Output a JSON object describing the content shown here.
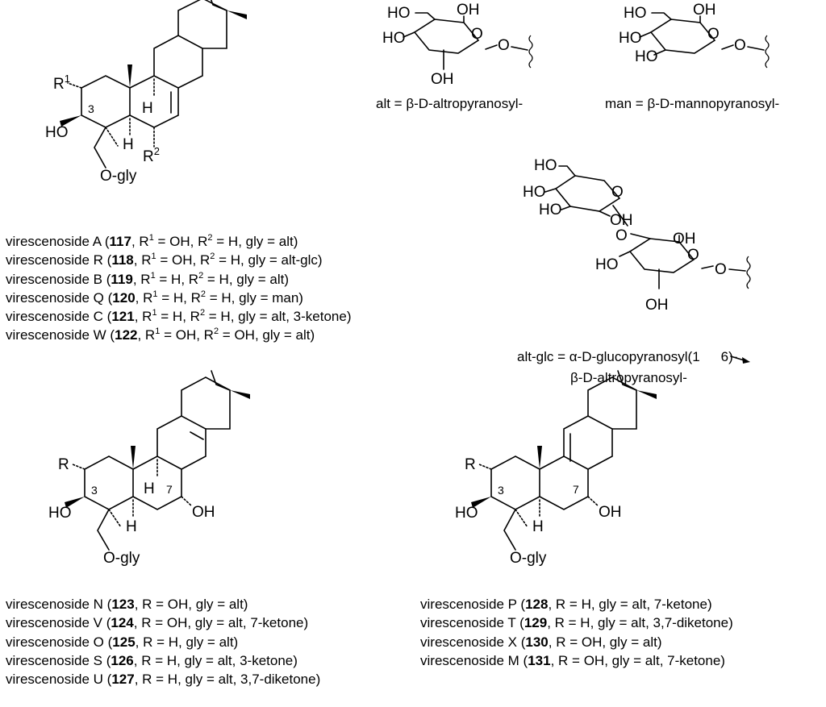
{
  "labels": {
    "OH": "OH",
    "HO": "HO",
    "O": "O",
    "H": "H",
    "R": "R",
    "R1": "R",
    "sup1": "1",
    "R2": "R",
    "sup2": "2",
    "num3": "3",
    "num7": "7",
    "Ogly": "O-gly"
  },
  "captions": {
    "alt": "alt = β-D-altropyranosyl-",
    "man": "man = β-D-mannopyranosyl-",
    "altglc_line1": "alt-glc = α-D-glucopyranosyl(1",
    "altglc_line1_end": "6)-",
    "altglc_line2": "β-D-altropyranosyl-"
  },
  "compounds_top": [
    {
      "name": "virescenoside A",
      "id": "117",
      "rest_a": ", R",
      "s1": "1",
      "rest_b": " = OH, R",
      "s2": "2",
      "rest_c": " = H, gly = alt)"
    },
    {
      "name": "virescenoside R",
      "id": "118",
      "rest_a": ", R",
      "s1": "1",
      "rest_b": " = OH, R",
      "s2": "2",
      "rest_c": " = H, gly = alt-glc)"
    },
    {
      "name": "virescenoside B",
      "id": "119",
      "rest_a": ", R",
      "s1": "1",
      "rest_b": " = H, R",
      "s2": "2",
      "rest_c": " = H, gly = alt)"
    },
    {
      "name": "virescenoside Q",
      "id": "120",
      "rest_a": ", R",
      "s1": "1",
      "rest_b": " = H, R",
      "s2": "2",
      "rest_c": " = H, gly = man)"
    },
    {
      "name": "virescenoside C",
      "id": "121",
      "rest_a": ", R",
      "s1": "1",
      "rest_b": " = H, R",
      "s2": "2",
      "rest_c": " = H, gly = alt, 3-ketone)"
    },
    {
      "name": "virescenoside W",
      "id": "122",
      "rest_a": ", R",
      "s1": "1",
      "rest_b": " = OH, R",
      "s2": "2",
      "rest_c": " = OH, gly = alt)"
    }
  ],
  "compounds_bottom_left": [
    {
      "name": "virescenoside N",
      "id": "123",
      "rest": ", R = OH, gly = alt)"
    },
    {
      "name": "virescenoside V",
      "id": "124",
      "rest": ", R = OH, gly = alt, 7-ketone)"
    },
    {
      "name": "virescenoside O",
      "id": "125",
      "rest": ", R = H, gly = alt)"
    },
    {
      "name": "virescenoside S",
      "id": "126",
      "rest": ", R = H, gly = alt, 3-ketone)"
    },
    {
      "name": "virescenoside U",
      "id": "127",
      "rest": ", R = H, gly = alt, 3,7-diketone)"
    }
  ],
  "compounds_bottom_right": [
    {
      "name": "virescenoside P",
      "id": "128",
      "rest": ", R = H, gly = alt, 7-ketone)"
    },
    {
      "name": "virescenoside T",
      "id": "129",
      "rest": ", R = H, gly = alt, 3,7-diketone)"
    },
    {
      "name": "virescenoside X",
      "id": "130",
      "rest": ", R = OH, gly = alt)"
    },
    {
      "name": "virescenoside M",
      "id": "131",
      "rest": ", R = OH, gly = alt, 7-ketone)"
    }
  ]
}
